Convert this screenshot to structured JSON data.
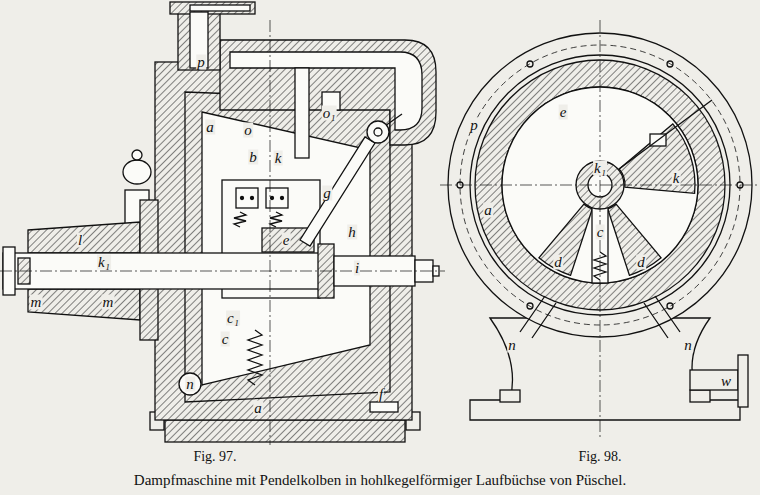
{
  "diagram": {
    "caption": "Dampfmaschine mit Pendelkolben in hohlkegelförmiger Laufbüchse von Püschel.",
    "labels": [
      "p",
      "o₁",
      "o",
      "a",
      "b",
      "k",
      "g",
      "h",
      "e",
      "l",
      "k₁",
      "i",
      "m",
      "m",
      "c₁",
      "c",
      "n",
      "a",
      "f",
      "Fig. 97.",
      "p",
      "e",
      "k₁",
      "k",
      "a",
      "c",
      "d",
      "d",
      "n",
      "n",
      "w",
      "Fig. 98."
    ]
  }
}
